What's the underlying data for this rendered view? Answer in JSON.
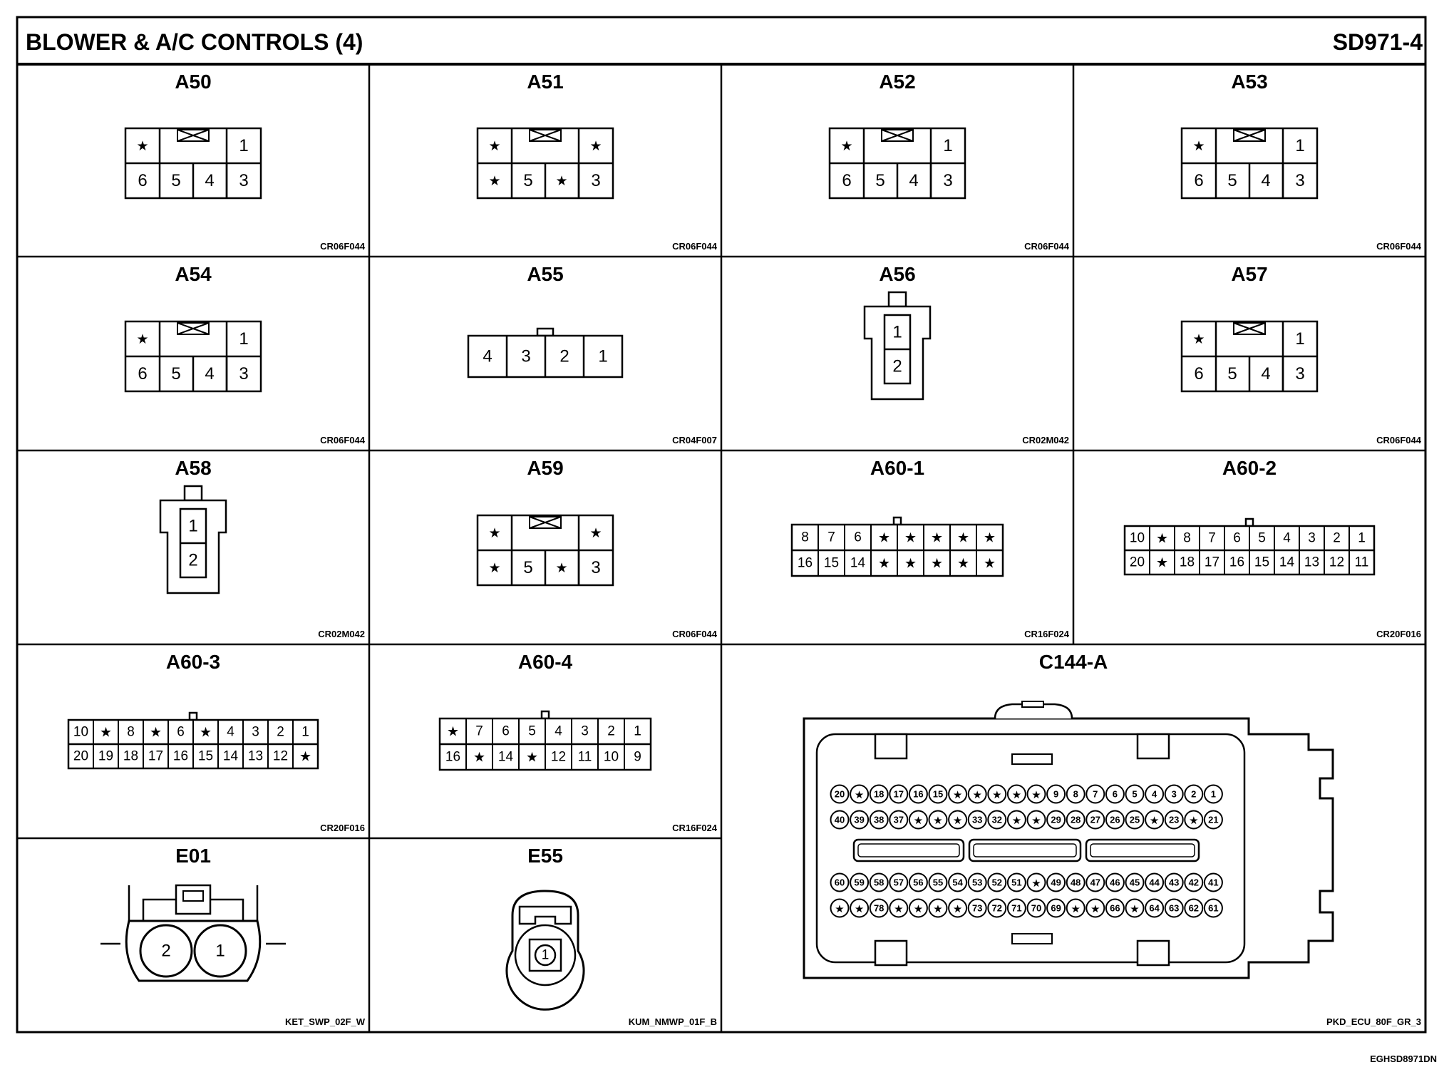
{
  "header": {
    "title": "BLOWER & A/C CONTROLS (4)",
    "code": "SD971-4"
  },
  "footer_code": "EGHSD8971DN",
  "star": "*",
  "connectors": [
    {
      "name": "A50",
      "part": "CR06F044",
      "top": [
        "*",
        "1"
      ],
      "bottom": [
        "6",
        "5",
        "4",
        "3"
      ]
    },
    {
      "name": "A51",
      "part": "CR06F044",
      "top": [
        "*",
        "*"
      ],
      "bottom": [
        "*",
        "5",
        "*",
        "3"
      ]
    },
    {
      "name": "A52",
      "part": "CR06F044",
      "top": [
        "*",
        "1"
      ],
      "bottom": [
        "6",
        "5",
        "4",
        "3"
      ]
    },
    {
      "name": "A53",
      "part": "CR06F044",
      "top": [
        "*",
        "1"
      ],
      "bottom": [
        "6",
        "5",
        "4",
        "3"
      ]
    },
    {
      "name": "A54",
      "part": "CR06F044",
      "top": [
        "*",
        "1"
      ],
      "bottom": [
        "6",
        "5",
        "4",
        "3"
      ]
    },
    {
      "name": "A55",
      "part": "CR04F007",
      "pins": [
        "4",
        "3",
        "2",
        "1"
      ]
    },
    {
      "name": "A56",
      "part": "CR02M042",
      "pins": [
        "1",
        "2"
      ]
    },
    {
      "name": "A57",
      "part": "CR06F044",
      "top": [
        "*",
        "1"
      ],
      "bottom": [
        "6",
        "5",
        "4",
        "3"
      ]
    },
    {
      "name": "A58",
      "part": "CR02M042",
      "pins": [
        "1",
        "2"
      ]
    },
    {
      "name": "A59",
      "part": "CR06F044",
      "top": [
        "*",
        "*"
      ],
      "bottom": [
        "*",
        "5",
        "*",
        "3"
      ]
    },
    {
      "name": "A60-1",
      "part": "CR16F024",
      "rows": [
        [
          "8",
          "7",
          "6",
          "*",
          "*",
          "*",
          "*",
          "*"
        ],
        [
          "16",
          "15",
          "14",
          "*",
          "*",
          "*",
          "*",
          "*"
        ]
      ]
    },
    {
      "name": "A60-2",
      "part": "CR20F016",
      "rows": [
        [
          "10",
          "*",
          "8",
          "7",
          "6",
          "5",
          "4",
          "3",
          "2",
          "1"
        ],
        [
          "20",
          "*",
          "18",
          "17",
          "16",
          "15",
          "14",
          "13",
          "12",
          "11"
        ]
      ]
    },
    {
      "name": "A60-3",
      "part": "CR20F016",
      "rows": [
        [
          "10",
          "*",
          "8",
          "*",
          "6",
          "*",
          "4",
          "3",
          "2",
          "1"
        ],
        [
          "20",
          "19",
          "18",
          "17",
          "16",
          "15",
          "14",
          "13",
          "12",
          "*"
        ]
      ]
    },
    {
      "name": "A60-4",
      "part": "CR16F024",
      "rows": [
        [
          "*",
          "7",
          "6",
          "5",
          "4",
          "3",
          "2",
          "1"
        ],
        [
          "16",
          "*",
          "14",
          "*",
          "12",
          "11",
          "10",
          "9"
        ]
      ]
    },
    {
      "name": "C144-A",
      "part": "PKD_ECU_80F_GR_3",
      "rows": [
        [
          "20",
          "*",
          "18",
          "17",
          "16",
          "15",
          "*",
          "*",
          "*",
          "*",
          "*",
          "9",
          "8",
          "7",
          "6",
          "5",
          "4",
          "3",
          "2",
          "1"
        ],
        [
          "40",
          "39",
          "38",
          "37",
          "*",
          "*",
          "*",
          "33",
          "32",
          "*",
          "*",
          "29",
          "28",
          "27",
          "26",
          "25",
          "*",
          "23",
          "*",
          "21"
        ],
        [
          "60",
          "59",
          "58",
          "57",
          "56",
          "55",
          "54",
          "53",
          "52",
          "51",
          "*",
          "49",
          "48",
          "47",
          "46",
          "45",
          "44",
          "43",
          "42",
          "41"
        ],
        [
          "*",
          "*",
          "78",
          "*",
          "*",
          "*",
          "*",
          "73",
          "72",
          "71",
          "70",
          "69",
          "*",
          "*",
          "66",
          "*",
          "64",
          "63",
          "62",
          "61"
        ]
      ]
    },
    {
      "name": "E01",
      "part": "KET_SWP_02F_W",
      "pins": [
        "2",
        "1"
      ]
    },
    {
      "name": "E55",
      "part": "KUM_NMWP_01F_B",
      "pins": [
        "1"
      ]
    }
  ]
}
